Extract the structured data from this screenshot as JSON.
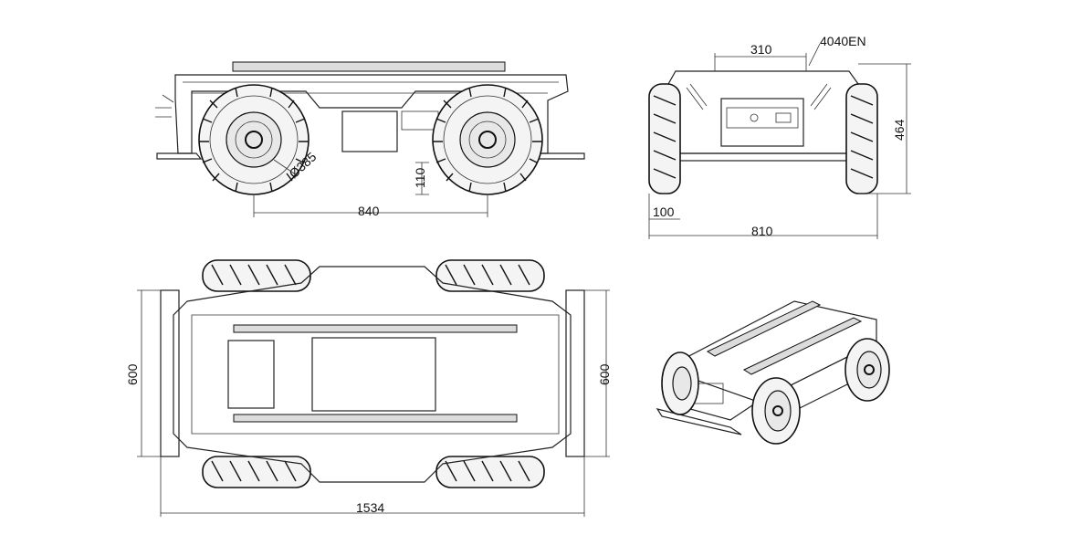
{
  "dimensions": {
    "wheel_diameter": "Ø385",
    "wheelbase": "840",
    "ground_clearance": "110",
    "mount_width": "310",
    "profile_label": "4040EN",
    "height": "464",
    "track_offset": "100",
    "overall_width": "810",
    "width_left": "600",
    "width_right": "600",
    "overall_length": "1534"
  }
}
